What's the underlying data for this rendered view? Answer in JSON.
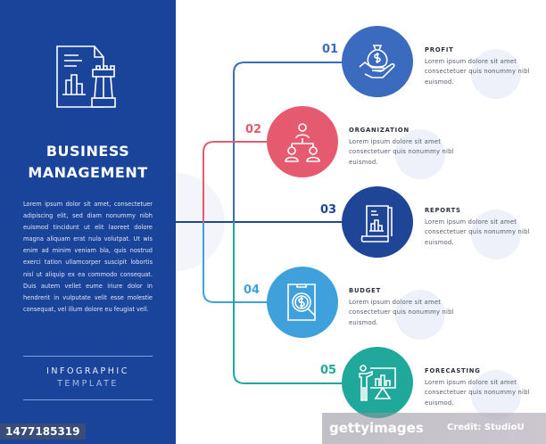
{
  "sidebar": {
    "title_line1": "BUSINESS",
    "title_line2": "MANAGEMENT",
    "body": "Lorem ipsum dolor sit amet, consectetuer adipiscing elit, sed diam nonummy nibh euismod tincidunt ut elit laoreet dolore magna aliquam erat nula volutpat. Ut wis enim ad minim veniam bla, quis nostrud exerci tation ullamcorper suscipit lobortis nisl ut aliquip ex ea commodo consequat. Duis autem vellet eume iriure dolor in hendrerit in vulputate velit esse molestie consequat, vel illum dolore eu feugiat vell.",
    "subtitle1": "INFOGRAPHIC",
    "subtitle2": "TEMPLATE",
    "icon": "document-chart-rook-icon",
    "color": "#1a449a"
  },
  "image_id": "1477185319",
  "watermark": {
    "brand": "gettyimages",
    "credit": "Credit: StudioU"
  },
  "steps": [
    {
      "num": "01",
      "title": "PROFIT",
      "text": "Lorem ipsum dolore sit amet consectetuer quis nonummy nibl euismod.",
      "color": "#3a6bbf",
      "icon": "money-bag-hand-icon"
    },
    {
      "num": "02",
      "title": "ORGANIZATION",
      "text": "Lorem ipsum dolore sit amet consectetuer quis nonummy nibl euismod.",
      "color": "#e55a6e",
      "icon": "org-chart-icon"
    },
    {
      "num": "03",
      "title": "REPORTS",
      "text": "Lorem ipsum dolore sit amet consectetuer quis nonummy nibl euismod.",
      "color": "#1e4596",
      "icon": "report-scroll-icon"
    },
    {
      "num": "04",
      "title": "BUDGET",
      "text": "Lorem ipsum dolore sit amet consectetuer quis nonummy nibl euismod.",
      "color": "#3fa0dc",
      "icon": "budget-search-icon"
    },
    {
      "num": "05",
      "title": "FORECASTING",
      "text": "Lorem ipsum dolore sit amet consectetuer quis nonummy nibl euismod.",
      "color": "#20a99a",
      "icon": "presentation-icon"
    }
  ]
}
